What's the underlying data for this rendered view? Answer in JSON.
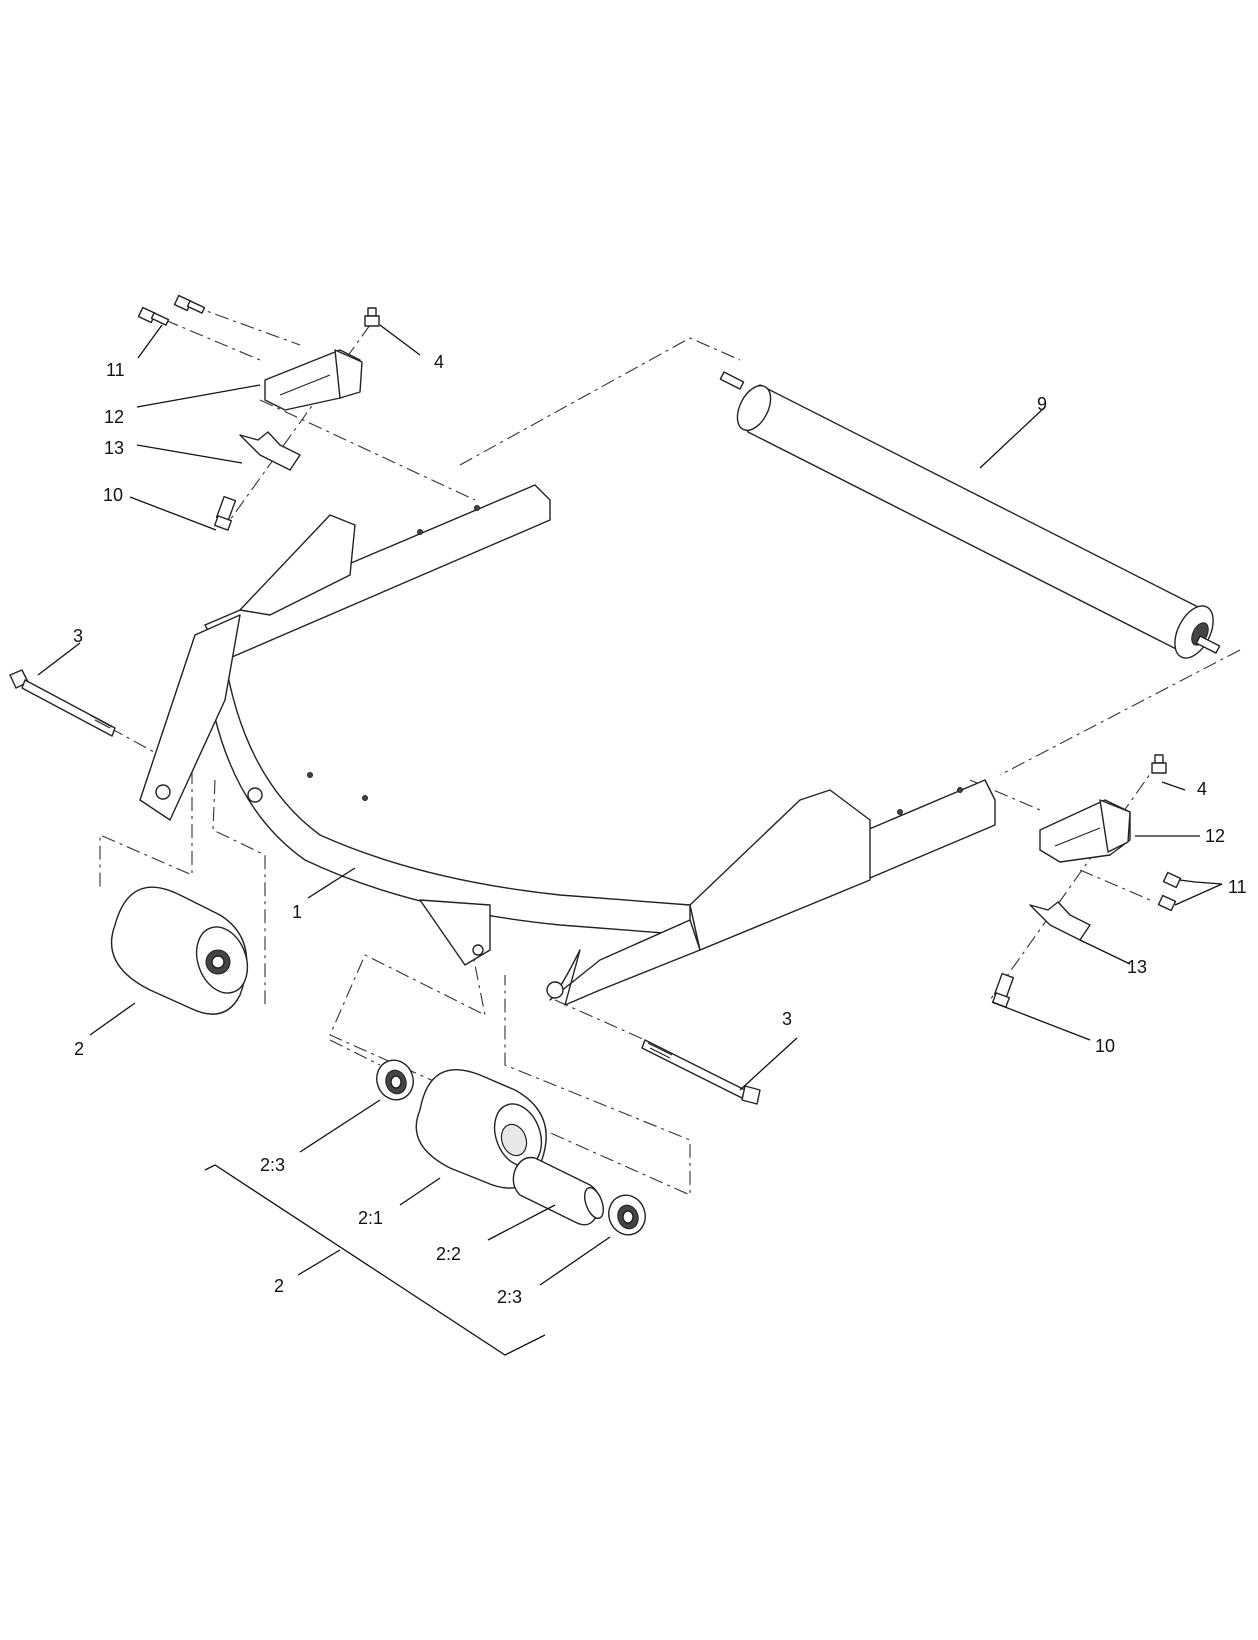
{
  "diagram": {
    "callouts": {
      "c11_top": "11",
      "c4_top": "4",
      "c12_top": "12",
      "c13_top": "13",
      "c10_top": "10",
      "c9": "9",
      "c3_left": "3",
      "c4_right": "4",
      "c12_right": "12",
      "c11_right": "11",
      "c1": "1",
      "c13_right": "13",
      "c2_left": "2",
      "c3_right": "3",
      "c10_right": "10",
      "c2_3_upper": "2:3",
      "c2_1": "2:1",
      "c2_2": "2:2",
      "c2_3_lower": "2:3",
      "c2_bracket": "2"
    }
  }
}
